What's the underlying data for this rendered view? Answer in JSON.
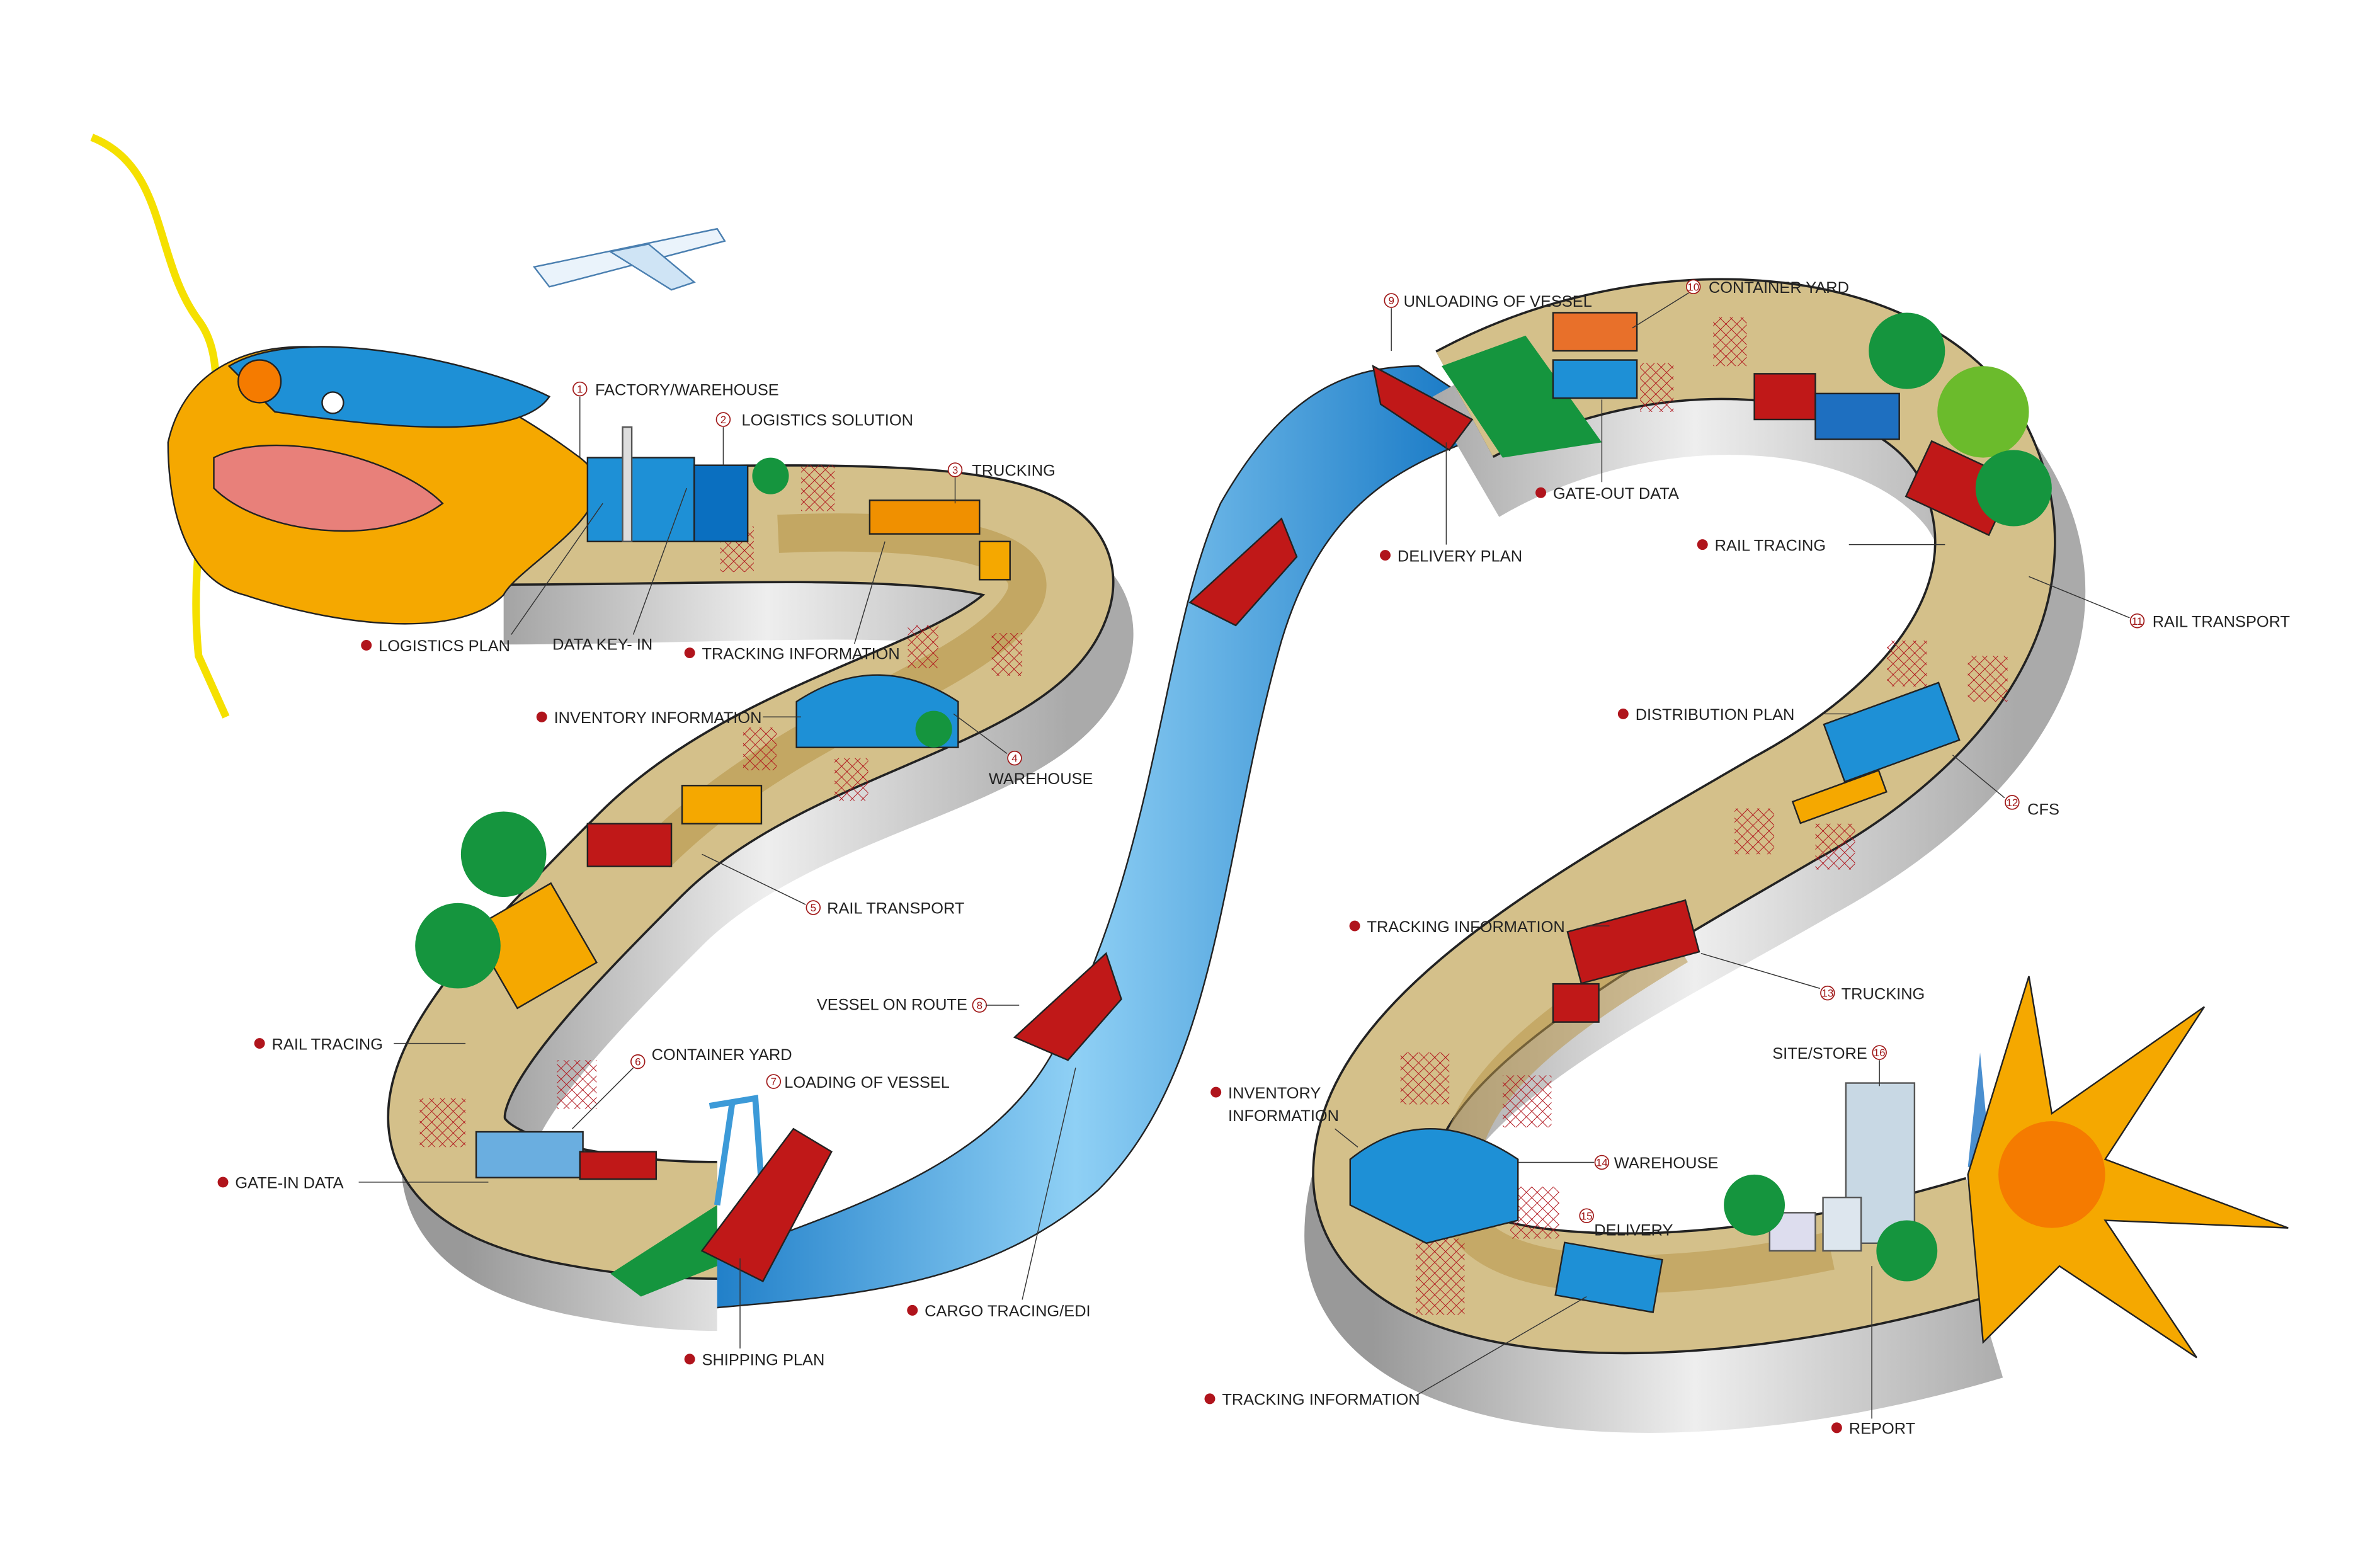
{
  "colors": {
    "road": "#d4c08a",
    "road_dark": "#b8964a",
    "wall": "#c8c8c8",
    "river": "#1a86d0",
    "accent_red": "#b0141c",
    "dragon_orange": "#f5a800",
    "dragon_blue": "#1e90d6"
  },
  "steps": [
    {
      "n": "1",
      "label": "FACTORY/WAREHOUSE"
    },
    {
      "n": "2",
      "label": "LOGISTICS SOLUTION"
    },
    {
      "n": "3",
      "label": "TRUCKING"
    },
    {
      "n": "4",
      "label": "WAREHOUSE"
    },
    {
      "n": "5",
      "label": "RAIL TRANSPORT"
    },
    {
      "n": "6",
      "label": "CONTAINER YARD"
    },
    {
      "n": "7",
      "label": "LOADING OF VESSEL"
    },
    {
      "n": "8",
      "label": "VESSEL ON ROUTE"
    },
    {
      "n": "9",
      "label": "UNLOADING OF VESSEL"
    },
    {
      "n": "10",
      "label": "CONTAINER YARD"
    },
    {
      "n": "11",
      "label": "RAIL TRANSPORT"
    },
    {
      "n": "12",
      "label": "CFS"
    },
    {
      "n": "13",
      "label": "TRUCKING"
    },
    {
      "n": "14",
      "label": "WAREHOUSE"
    },
    {
      "n": "15",
      "label": "DELIVERY"
    },
    {
      "n": "16",
      "label": "SITE/STORE"
    }
  ],
  "info": [
    "LOGISTICS PLAN",
    "DATA KEY- IN",
    "TRACKING INFORMATION",
    "INVENTORY INFORMATION",
    "RAIL TRACING",
    "GATE-IN DATA",
    "SHIPPING PLAN",
    "CARGO TRACING/EDI",
    "DELIVERY PLAN",
    "GATE-OUT DATA",
    "RAIL TRACING",
    "DISTRIBUTION PLAN",
    "TRACKING INFORMATION",
    "INVENTORY",
    "INFORMATION",
    "TRACKING INFORMATION",
    "REPORT"
  ]
}
